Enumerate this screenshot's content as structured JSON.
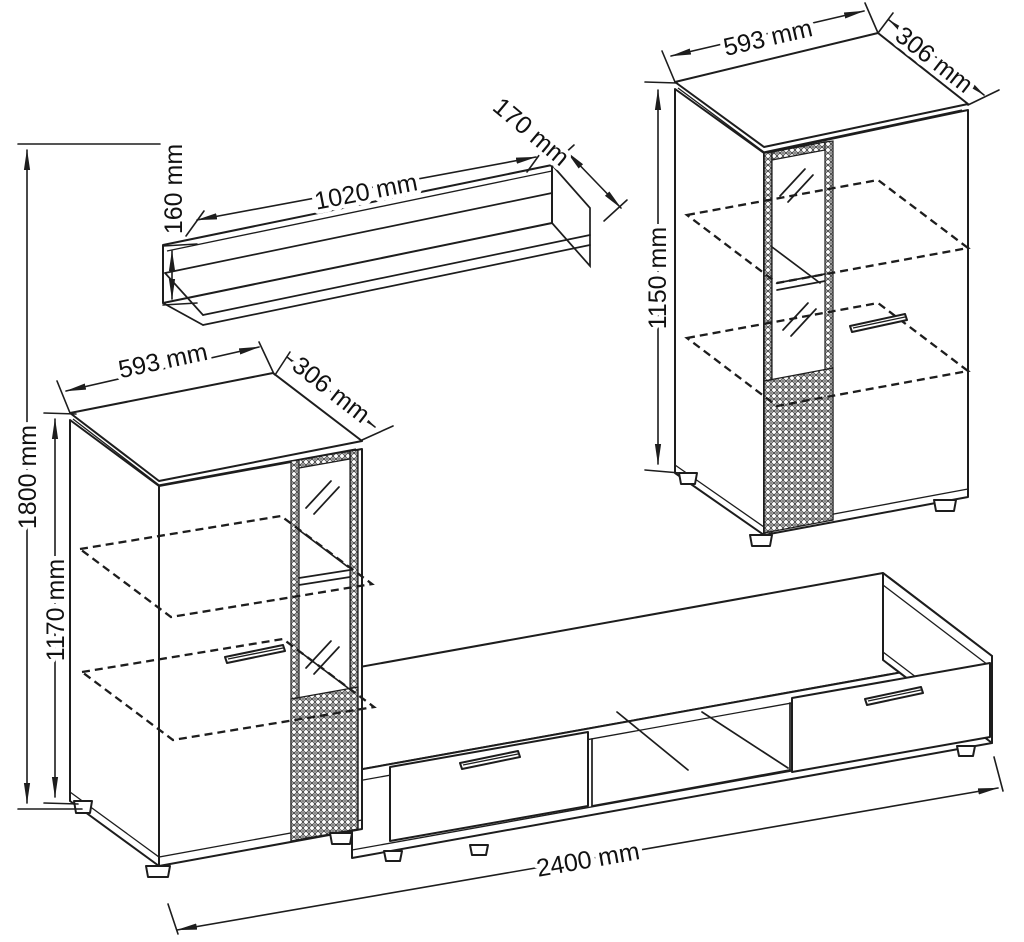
{
  "diagram": {
    "type": "furniture technical drawing",
    "background": "#ffffff",
    "line_color": "#1d1d1d",
    "pieces": {
      "overall": {
        "height": "1800 mm"
      },
      "left_cabinet": {
        "width": "593 mm",
        "depth": "306 mm",
        "height": "1170 mm"
      },
      "right_cabinet": {
        "width": "593 mm",
        "depth": "306 mm",
        "height": "1150 mm"
      },
      "wall_shelf": {
        "length": "1020 mm",
        "depth": "170 mm",
        "height": "160 mm"
      },
      "tv_stand": {
        "length": "2400 mm"
      }
    }
  }
}
